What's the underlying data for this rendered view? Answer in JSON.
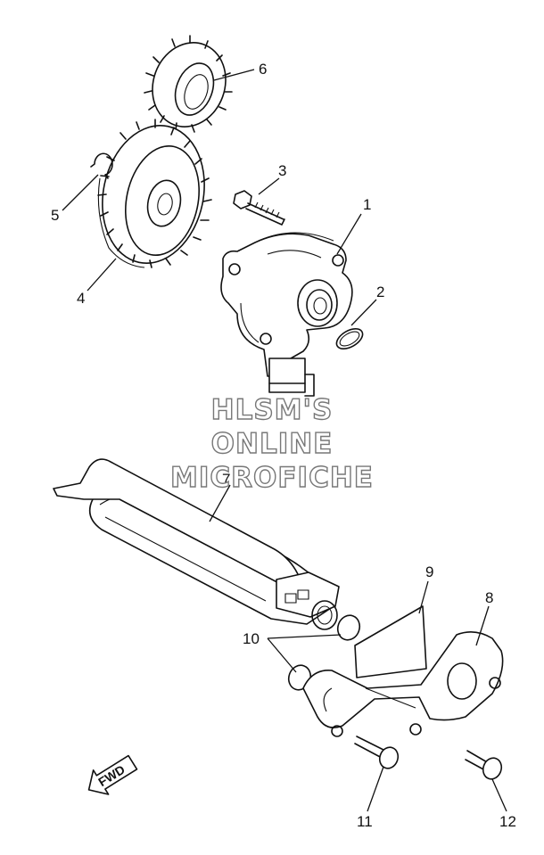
{
  "watermark": {
    "line1": "HLSM'S",
    "line2": "ONLINE",
    "line3": "MICROFICHE"
  },
  "direction_label": "FWD",
  "callouts": [
    "1",
    "2",
    "3",
    "4",
    "5",
    "6",
    "7",
    "8",
    "9",
    "10",
    "11",
    "12"
  ]
}
